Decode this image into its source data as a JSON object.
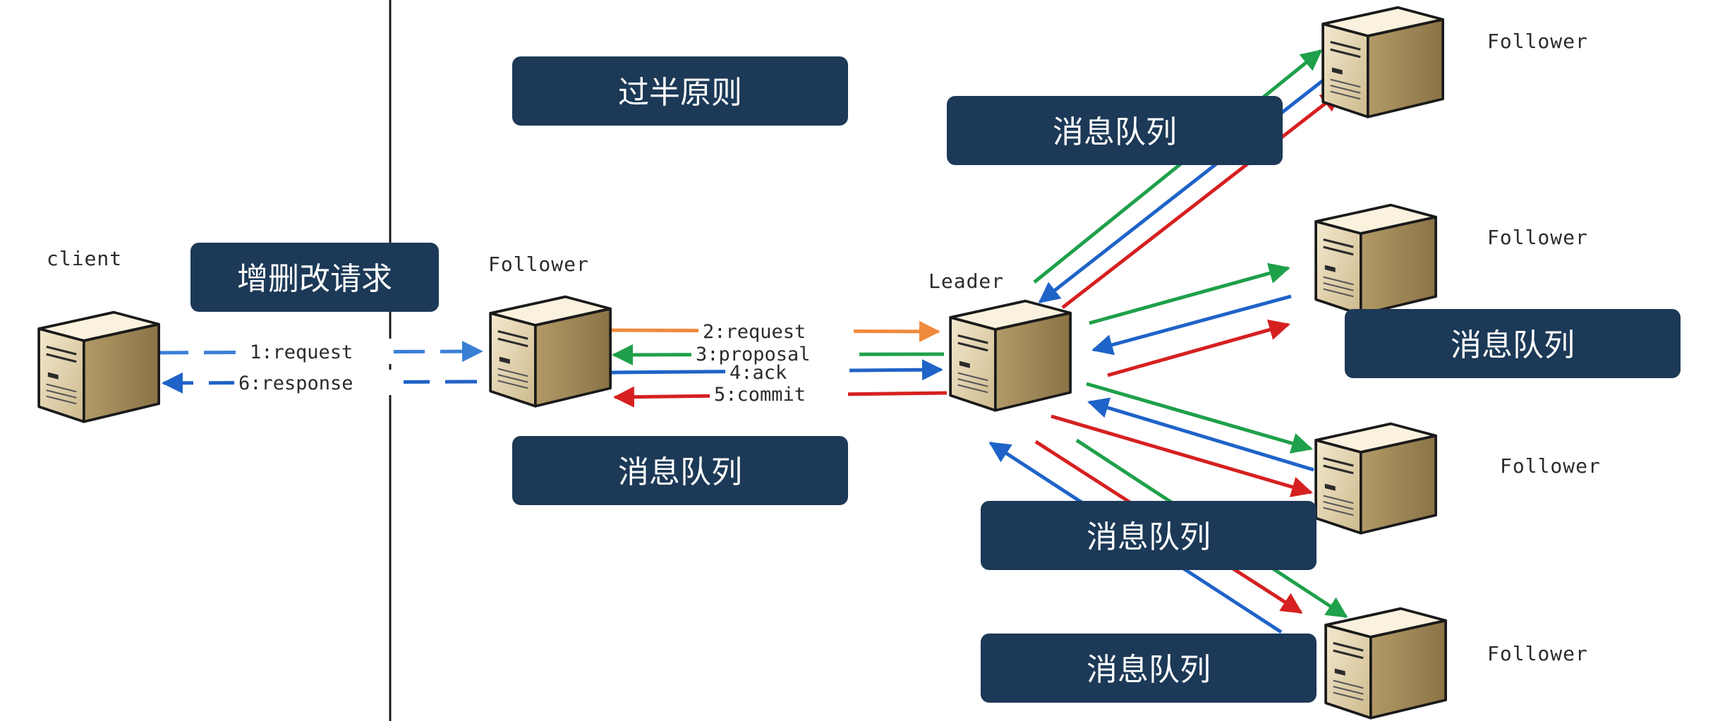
{
  "nodes": {
    "client": "client",
    "follower_left": "Follower",
    "leader": "Leader",
    "follower_1": "Follower",
    "follower_2": "Follower",
    "follower_3": "Follower",
    "follower_4": "Follower"
  },
  "tags": {
    "crud_request": "增删改请求",
    "majority_rule": "过半原则",
    "queue_left": "消息队列",
    "queue_top": "消息队列",
    "queue_right": "消息队列",
    "queue_mid": "消息队列",
    "queue_bottom": "消息队列"
  },
  "messages": {
    "request": "1:request",
    "response": "6:response",
    "forward_request": "2:request",
    "proposal": "3:proposal",
    "ack": "4:ack",
    "commit": "5:commit"
  },
  "colors": {
    "tag_background": "#1c3957",
    "request_arrow": "#f08a3c",
    "proposal_arrow": "#1fa04a",
    "ack_arrow": "#1f63c8",
    "commit_arrow": "#d62020",
    "client_arrow": "#3a7fd6"
  }
}
